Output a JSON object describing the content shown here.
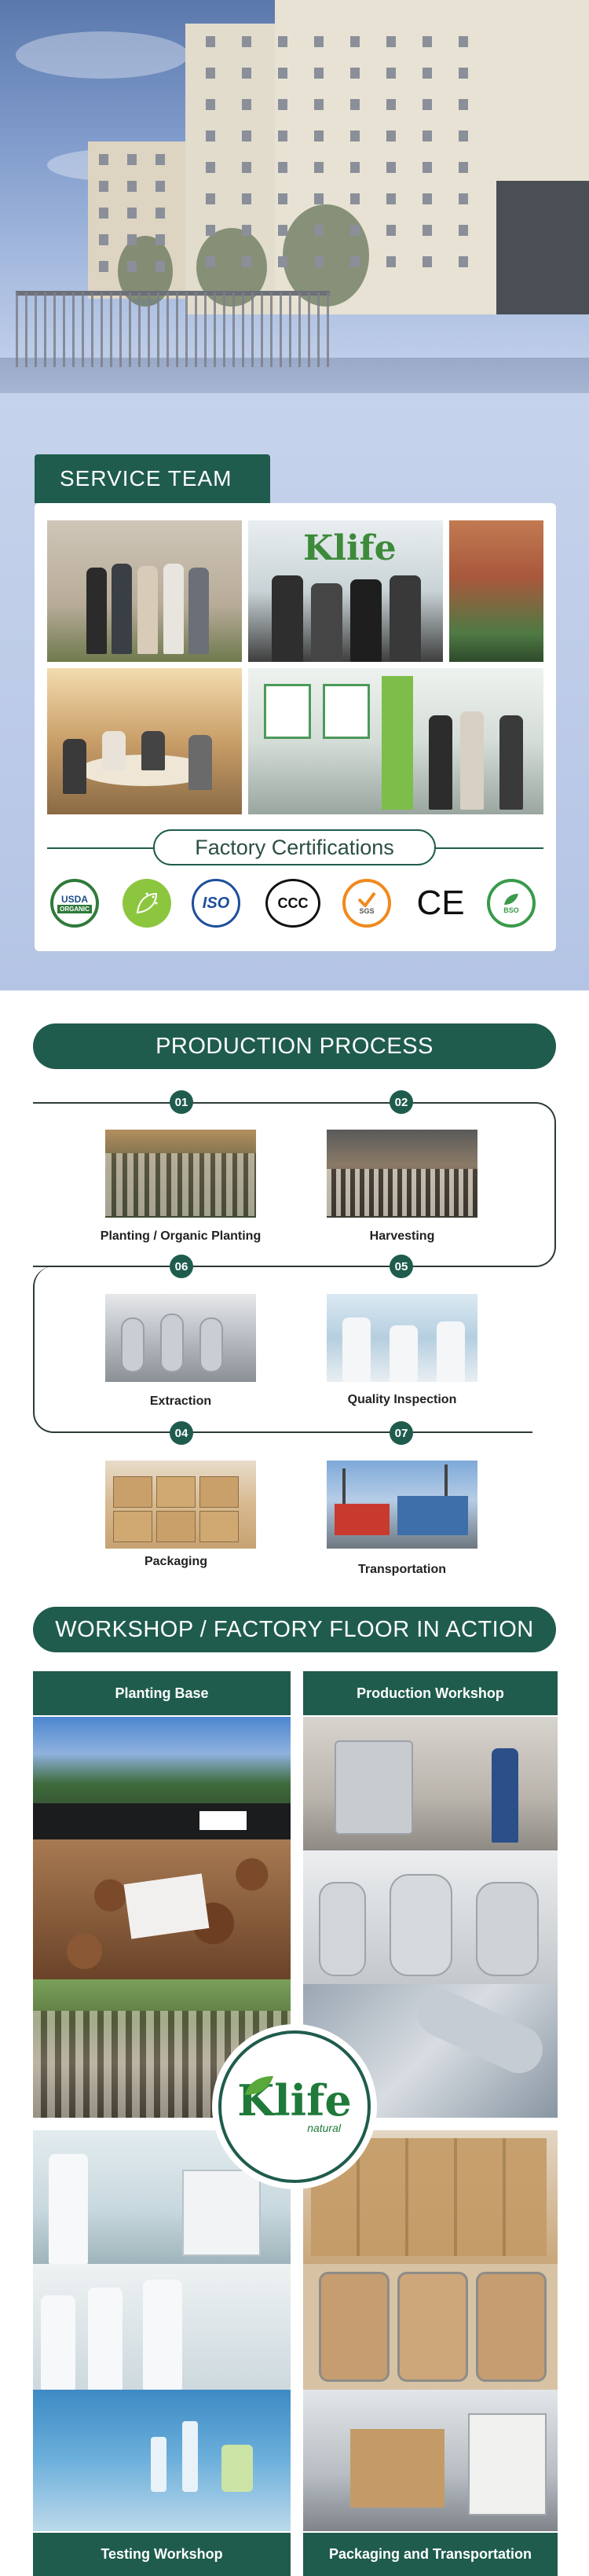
{
  "service_team": {
    "title": "SERVICE TEAM"
  },
  "certifications": {
    "title": "Factory Certifications",
    "logos": [
      {
        "icon": "usda-organic-icon",
        "text_top": "USDA",
        "text_bottom": "ORGANIC"
      },
      {
        "icon": "eu-organic-leaf-icon"
      },
      {
        "icon": "iso-icon",
        "text_top": "ISO"
      },
      {
        "icon": "ccc-icon",
        "text_top": "CCC"
      },
      {
        "icon": "sgs-icon",
        "text_bottom": "SGS"
      },
      {
        "icon": "ce-icon",
        "text_top": "CE"
      },
      {
        "icon": "bso-icon",
        "text_bottom": "BSO"
      }
    ]
  },
  "production_process": {
    "title": "PRODUCTION PROCESS",
    "steps": [
      {
        "number": "01",
        "label": "Planting / Organic Planting"
      },
      {
        "number": "02",
        "label": "Harvesting"
      },
      {
        "number": "06",
        "label": "Extraction"
      },
      {
        "number": "05",
        "label": "Quality Inspection"
      },
      {
        "number": "04",
        "label": "Packaging"
      },
      {
        "number": "07",
        "label": "Transportation"
      }
    ]
  },
  "workshop": {
    "title": "WORKSHOP / FACTORY FLOOR IN ACTION",
    "columns": {
      "planting_base": "Planting Base",
      "production_workshop": "Production Workshop",
      "testing_workshop": "Testing Workshop",
      "packaging_transportation": "Packaging and Transportation"
    },
    "logo": {
      "brand": "Klife",
      "sub": "natural"
    }
  },
  "colors": {
    "brand_green": "#1f5c4d",
    "sky": "#7f9bcb"
  }
}
